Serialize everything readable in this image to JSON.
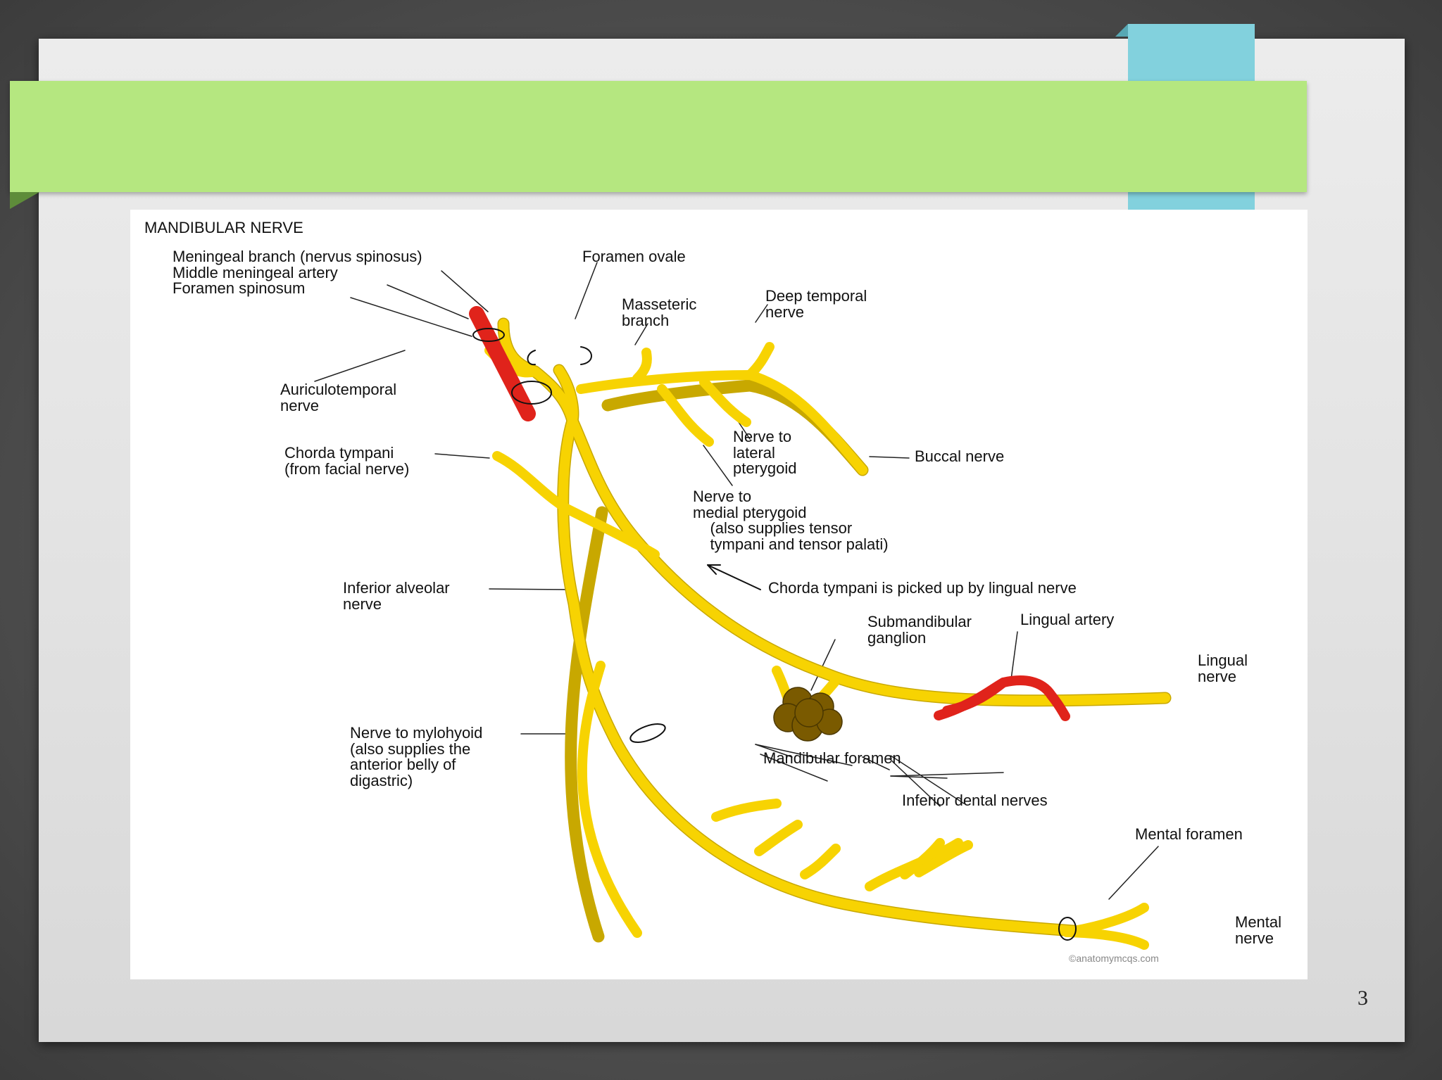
{
  "slide": {
    "title": "",
    "page_number": "3"
  },
  "figure": {
    "title": "MANDIBULAR NERVE",
    "credit": "©anatomymcqs.com",
    "labels": {
      "meningeal_branch": "Meningeal branch (nervus spinosus)",
      "middle_meningeal_artery": "Middle meningeal artery",
      "foramen_spinosum": "Foramen spinosum",
      "foramen_ovale": "Foramen ovale",
      "masseteric_branch": "Masseteric\nbranch",
      "deep_temporal_nerve": "Deep temporal\nnerve",
      "auriculotemporal_nerve": "Auriculotemporal\nnerve",
      "chorda_tympani": "Chorda tympani\n(from facial nerve)",
      "nerve_to_lateral_pterygoid": "Nerve to\nlateral\npterygoid",
      "buccal_nerve": "Buccal nerve",
      "nerve_to_medial_pterygoid": "Nerve to\nmedial pterygoid\n    (also supplies tensor\n    tympani and tensor palati)",
      "chorda_picked_up": "Chorda tympani is picked up by lingual nerve",
      "inferior_alveolar_nerve": "Inferior alveolar\nnerve",
      "submandibular_ganglion": "Submandibular\nganglion",
      "lingual_artery": "Lingual artery",
      "lingual_nerve": "Lingual\nnerve",
      "nerve_to_mylohyoid": "Nerve to mylohyoid\n(also supplies the\nanterior belly of\ndigastric)",
      "mandibular_foramen": "Mandibular foramen",
      "inferior_dental_nerves": "Inferior dental nerves",
      "mental_foramen": "Mental foramen",
      "mental_nerve": "Mental\nnerve"
    }
  },
  "colors": {
    "nerve": "#f7d302",
    "artery": "#e0231b",
    "ganglion": "#7a5a00",
    "title_band": "#b5e780",
    "accent": "#82d1dd"
  }
}
